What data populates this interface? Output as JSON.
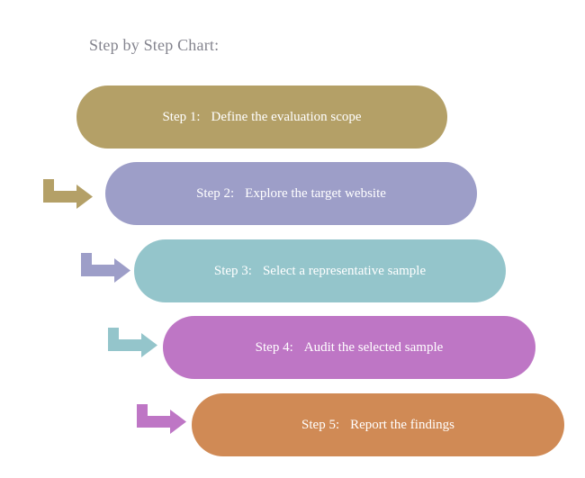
{
  "title": "Step by Step Chart:",
  "colors": {
    "background": "#ffffff",
    "title_text": "#84848e",
    "step_text": "#ffffff"
  },
  "steps": [
    {
      "step": "Step 1:",
      "text": "Define the evaluation scope",
      "color": "#b4a067"
    },
    {
      "step": "Step 2:",
      "text": "Explore the target website",
      "color": "#9d9ec8"
    },
    {
      "step": "Step 3:",
      "text": "Select a representative sample",
      "color": "#94c5cb"
    },
    {
      "step": "Step 4:",
      "text": "Audit the selected sample",
      "color": "#be76c5"
    },
    {
      "step": "Step 5:",
      "text": "Report the findings",
      "color": "#d08a55"
    }
  ],
  "arrows": [
    {
      "name": "bent-arrow-right-1",
      "color": "#b4a067"
    },
    {
      "name": "bent-arrow-right-2",
      "color": "#9d9ec8"
    },
    {
      "name": "bent-arrow-right-3",
      "color": "#94c5cb"
    },
    {
      "name": "bent-arrow-right-4",
      "color": "#be76c5"
    }
  ]
}
